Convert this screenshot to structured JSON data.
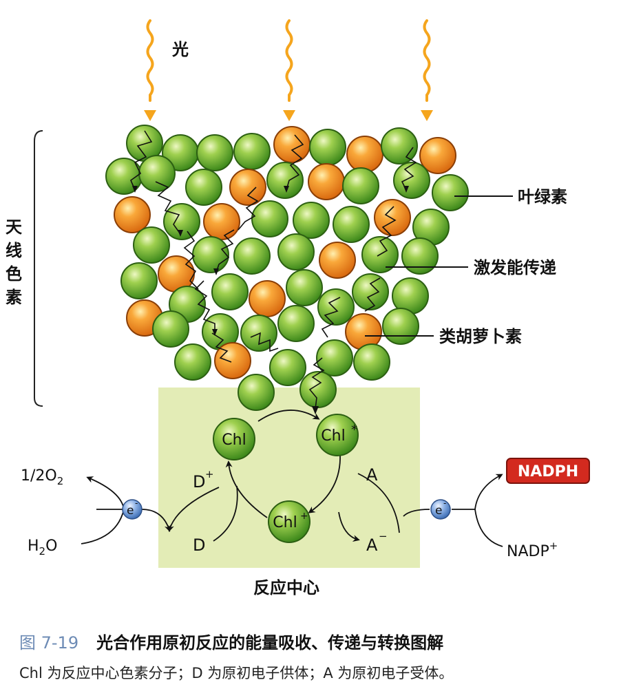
{
  "labels": {
    "light": "光",
    "antenna_pigment": "天线色素",
    "chlorophyll": "叶绿素",
    "excitation_transfer": "激发能传递",
    "carotenoid": "类胡萝卜素",
    "reaction_center": "反应中心",
    "chl_ground": "Chl",
    "chl_excited": "Chl",
    "chl_excited_sup": "*",
    "chl_oxidized": "Chl",
    "chl_oxidized_sup": "+",
    "donor_oxidized": "D",
    "donor_oxidized_sup": "+",
    "donor": "D",
    "acceptor": "A",
    "acceptor_reduced": "A",
    "acceptor_reduced_sup": "−",
    "electron": "e",
    "electron_sup": "-",
    "oxygen": "1/2O",
    "oxygen_sub": "2",
    "water_h": "H",
    "water_sub": "2",
    "water_o": "O",
    "nadph": "NADPH",
    "nadp": "NADP",
    "nadp_sup": "+"
  },
  "caption": {
    "figure_number": "图 7-19",
    "title": "光合作用原初反应的能量吸收、传递与转换图解",
    "note": "Chl 为反应中心色素分子；D 为原初电子供体；A 为原初电子受体。"
  },
  "colors": {
    "chlorophyll_green": "#5aa82a",
    "carotenoid_orange": "#f08a1c",
    "reaction_center_panel": "#e3ecb6",
    "light_arrow": "#f5a51d",
    "electron_blue": "#6d9ad6",
    "nadph_red": "#d32a1f"
  }
}
